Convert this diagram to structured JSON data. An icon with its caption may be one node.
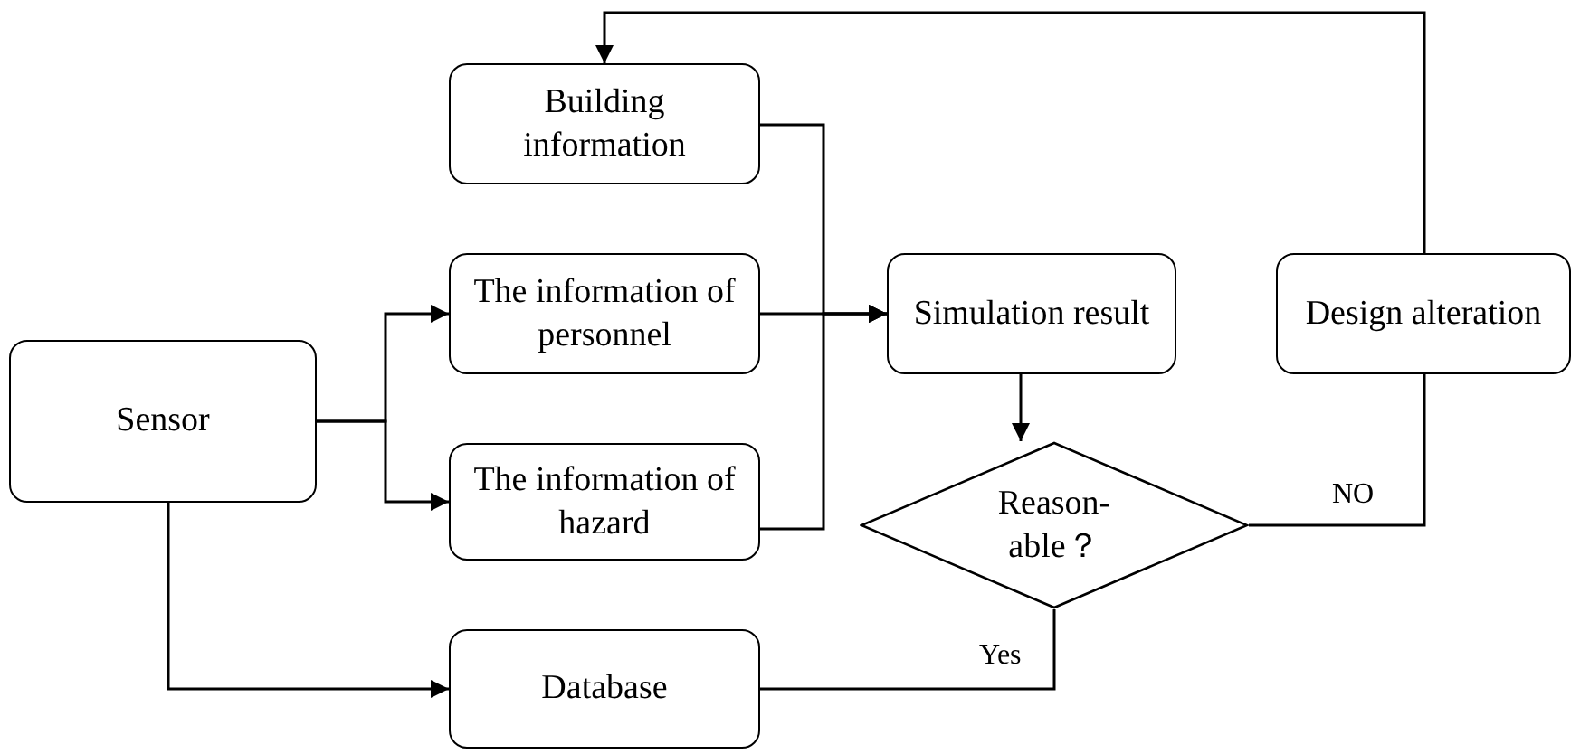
{
  "diagram": {
    "nodes": [
      {
        "text": [
          "Building information"
        ]
      },
      {
        "text": [
          "Sensor"
        ]
      },
      {
        "text": [
          "The information of personnel"
        ]
      },
      {
        "text": [
          "Simulation result"
        ]
      },
      {
        "text": [
          "Design alteration"
        ]
      },
      {
        "text": [
          "The information of hazard"
        ]
      },
      {
        "text": [
          "Reason- able？"
        ]
      },
      {
        "text": [
          "Database"
        ]
      }
    ],
    "edges": [
      {
        "from": 1,
        "to": 2,
        "arrow": "to"
      },
      {
        "from": 1,
        "to": 5,
        "arrow": "to"
      },
      {
        "from": 1,
        "to": 7,
        "arrow": "to"
      },
      {
        "from": 0,
        "to": 3,
        "arrow": "to"
      },
      {
        "from": 2,
        "to": 3,
        "arrow": "to"
      },
      {
        "from": 5,
        "to": 3,
        "arrow": "to"
      },
      {
        "from": 3,
        "to": 6,
        "arrow": "to"
      },
      {
        "from": 6,
        "to": 4,
        "arrow": "none",
        "label": "NO"
      },
      {
        "from": 4,
        "to": 0,
        "arrow": "to"
      },
      {
        "from": 6,
        "to": 7,
        "arrow": "none",
        "label": "Yes"
      }
    ]
  }
}
